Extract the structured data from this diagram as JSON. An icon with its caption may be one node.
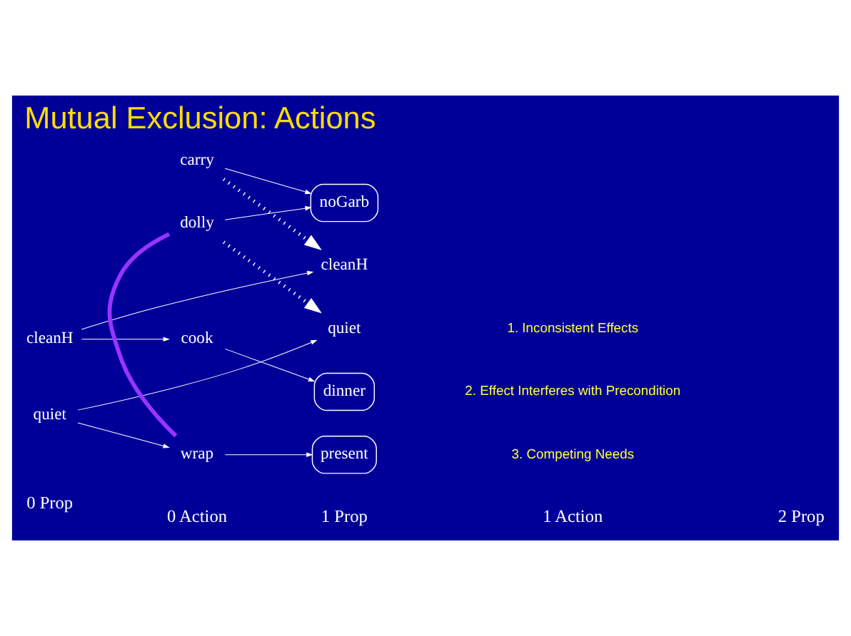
{
  "diagram": {
    "title": "Mutual Exclusion: Actions",
    "nodes": [
      {
        "text": [
          "cleanH"
        ]
      },
      {
        "text": [
          "quiet"
        ]
      },
      {
        "text": [
          "carry"
        ]
      },
      {
        "text": [
          "dolly"
        ]
      },
      {
        "text": [
          "cook"
        ]
      },
      {
        "text": [
          "wrap"
        ]
      },
      {
        "text": [
          "noGarb"
        ]
      },
      {
        "text": [
          "cleanH"
        ]
      },
      {
        "text": [
          "quiet"
        ]
      },
      {
        "text": [
          "dinner"
        ]
      },
      {
        "text": [
          "present"
        ]
      }
    ],
    "edges": [
      {
        "from": 2,
        "to": 6,
        "arrow": "to"
      },
      {
        "from": 2,
        "to": 7,
        "arrow": "to",
        "style": "dashed"
      },
      {
        "from": 0,
        "to": 7,
        "arrow": "to"
      },
      {
        "from": 0,
        "to": 4,
        "arrow": "to"
      },
      {
        "from": 3,
        "to": 6,
        "arrow": "to"
      },
      {
        "from": 3,
        "to": 8,
        "arrow": "to",
        "style": "dashed"
      },
      {
        "from": 1,
        "to": 8,
        "arrow": "to"
      },
      {
        "from": 1,
        "to": 5,
        "arrow": "to"
      },
      {
        "from": 4,
        "to": 9,
        "arrow": "to"
      },
      {
        "from": 5,
        "to": 10,
        "arrow": "to"
      },
      {
        "from": 3,
        "to": 5,
        "arrow": "none",
        "style": "thick",
        "color": "#9933ff"
      }
    ],
    "labels": [
      "1. Inconsistent Effects",
      "2. Effect Interferes with Precondition",
      "3. Competing Needs",
      "0 Prop",
      "0 Action",
      "1 Prop",
      "1 Action",
      "2 Prop"
    ]
  }
}
